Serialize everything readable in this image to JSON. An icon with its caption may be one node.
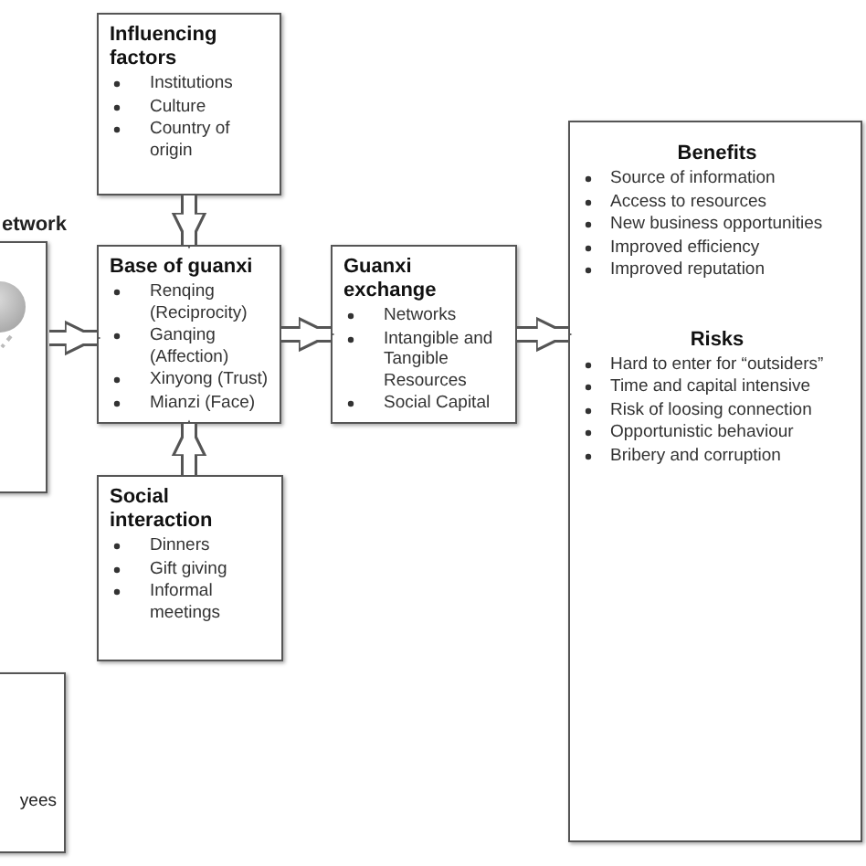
{
  "diagram": {
    "nodes": [
      {
        "text": [
          "etwork"
        ]
      },
      {
        "text": [],
        "shape": "circle"
      },
      {
        "text": [
          "Influencing factors",
          "Institutions",
          "Culture",
          "Country of origin"
        ]
      },
      {
        "text": [
          "Base of guanxi",
          "Renqing (Reciprocity)",
          "Ganqing (Affection)",
          "Xinyong (Trust)",
          "Mianzi (Face)"
        ]
      },
      {
        "text": [
          "Guanxi exchange",
          "Networks",
          "Intangible and Tangible Resources",
          "Social Capital"
        ]
      },
      {
        "text": [
          "Social interaction",
          "Dinners",
          "Gift giving",
          "Informal meetings"
        ]
      },
      {
        "text": [
          "Benefits",
          "Source of information",
          "Access to resources",
          "New business opportunities",
          "Improved efficiency",
          "Improved reputation",
          "Risks",
          "Hard to enter for “outsiders”",
          "Time and capital intensive",
          "Risk of loosing connection",
          "Opportunistic behaviour",
          "Bribery and corruption"
        ]
      },
      {
        "text": [
          "yees"
        ]
      }
    ],
    "edges": [
      {
        "from": 2,
        "to": 3,
        "arrow": "to"
      },
      {
        "from": 0,
        "to": 3,
        "arrow": "to"
      },
      {
        "from": 3,
        "to": 4,
        "arrow": "to"
      },
      {
        "from": 5,
        "to": 3,
        "arrow": "to"
      },
      {
        "from": 4,
        "to": 6,
        "arrow": "to"
      }
    ]
  }
}
